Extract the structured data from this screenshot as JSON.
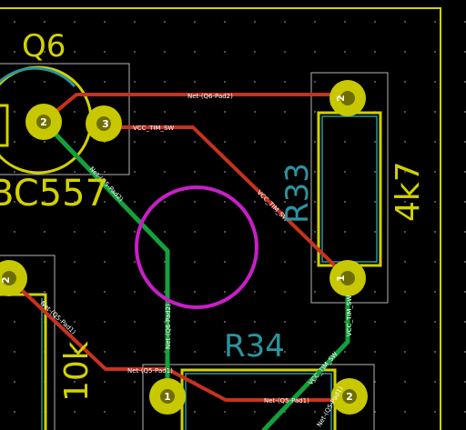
{
  "colors": {
    "background": "#000000",
    "trace_red": "#c8321e",
    "trace_green": "#14a03c",
    "pad_yellow": "#c8c800",
    "pad_dark": "#6e6e00",
    "silk_yellow": "#d2d200",
    "silk_cyan": "#2896a0",
    "courtyard": "#b4b4b4",
    "edge": "#d2d200",
    "via_magenta": "#c81ec8",
    "net_label": "#ffffff"
  },
  "components": {
    "q6": {
      "ref": "Q6",
      "value": "BC557",
      "pads": [
        "2",
        "3"
      ]
    },
    "r33": {
      "ref": "R33",
      "value": "4k7",
      "pads": [
        "2",
        "1"
      ]
    },
    "r34": {
      "ref": "R34",
      "pads": [
        "1",
        "2"
      ]
    },
    "r_left": {
      "value": "10k",
      "pads": [
        "2"
      ]
    }
  },
  "net_labels": {
    "q6_pad2_top": "Net-(Q6-Pad2)",
    "vcc_tim_sw_q6": "VCC_TIM_SW",
    "vcc_tim_sw_diag": "VCC_TIM_SW",
    "q5_pad2": "Net-(Q5-Pad2)",
    "q5_pad1_left": "Net-(Q5-Pad1)",
    "q6_pad2_vert": "Net-(Q6-Pad2)",
    "q5_pad1_bottom": "Net-(Q5-Pad1)",
    "q5_pad1_mid": "Net-(Q5-Pad1)",
    "vcc_tim_sw_r33": "VCC_TIM_SW",
    "vcc_tim_sw_r34": "VCC_TIM_SW",
    "pad1_bottom": "Net-(Q5-Pad1)"
  }
}
